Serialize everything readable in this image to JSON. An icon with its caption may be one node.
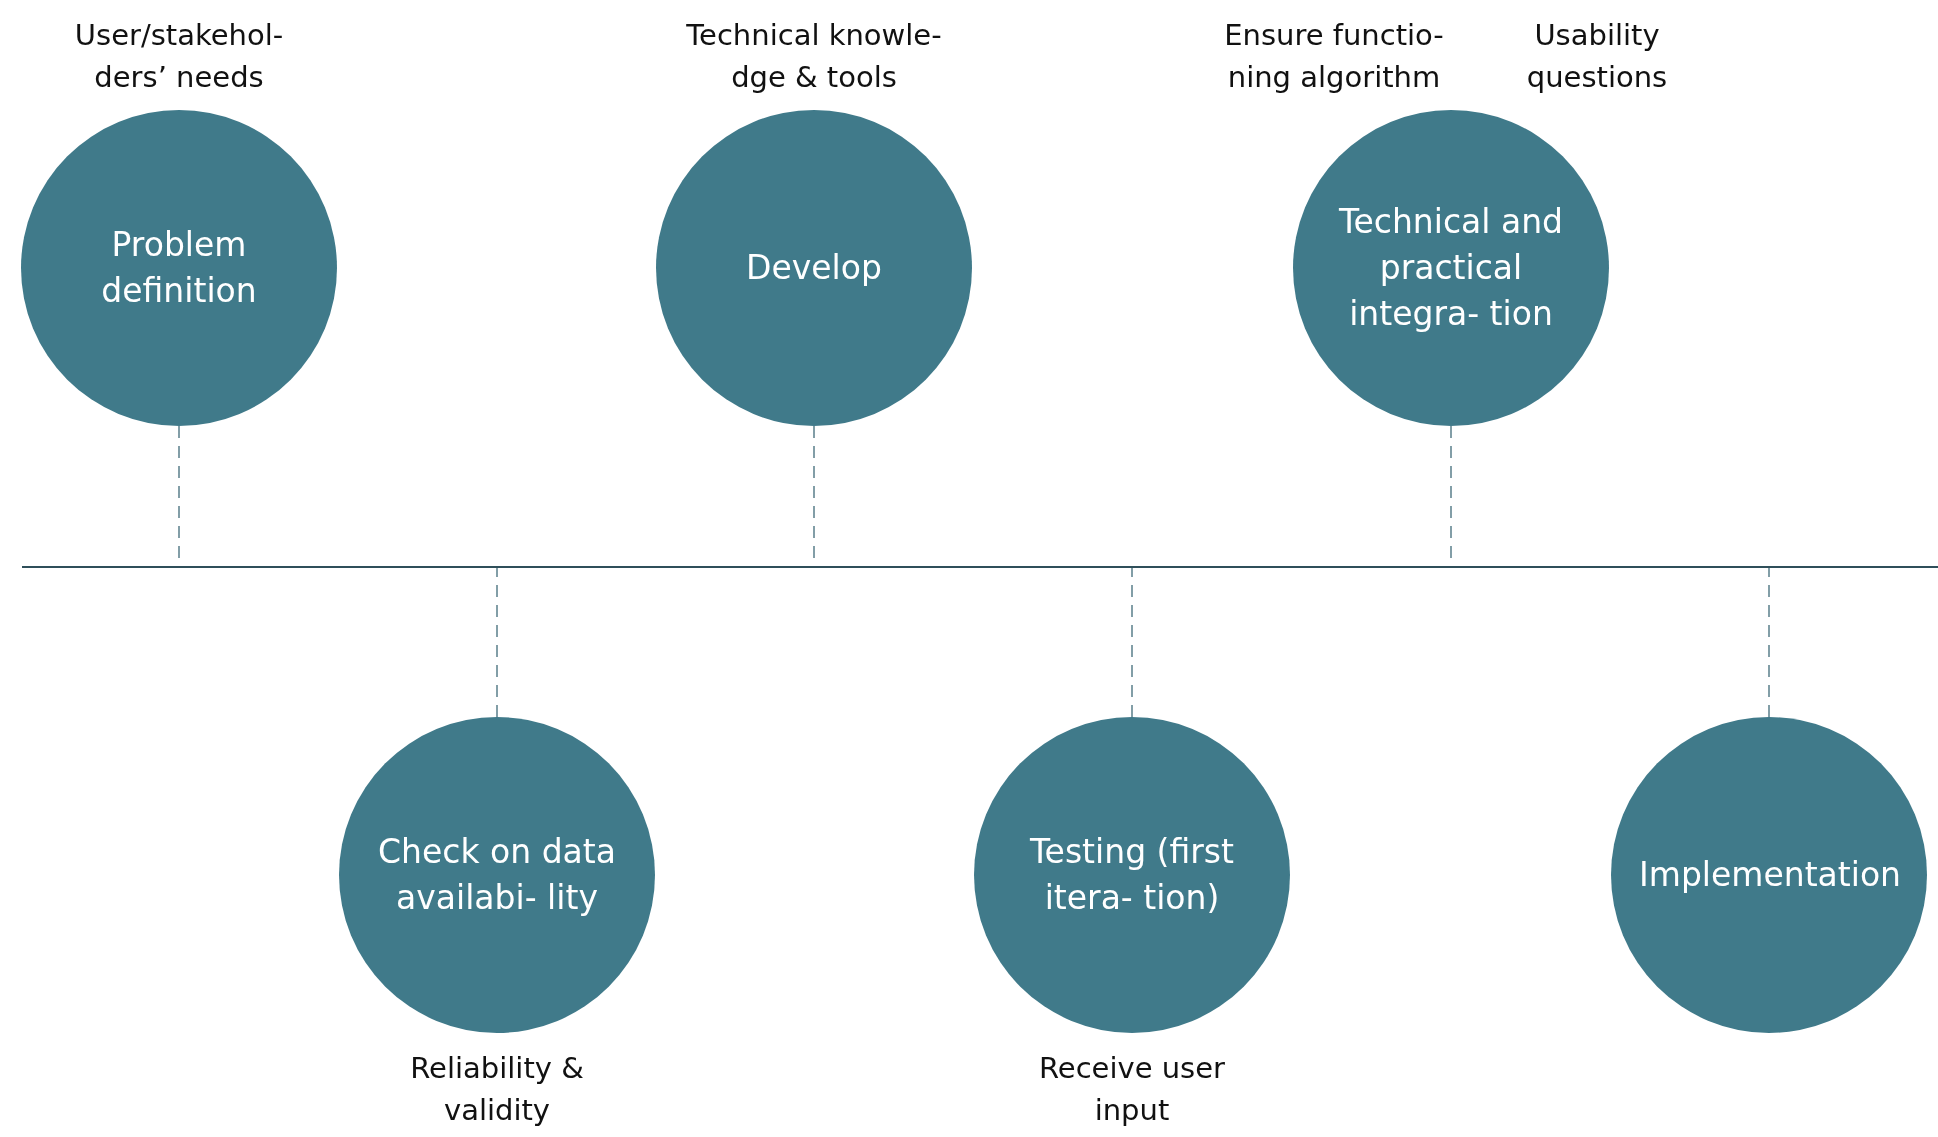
{
  "diagram": {
    "nodes": [
      {
        "text": [
          "Problem definition"
        ],
        "beside": [
          "User/stakehol- ders’ needs"
        ]
      },
      {
        "text": [
          "Check on data availabi- lity"
        ],
        "beside": [
          "Reliability & validity"
        ]
      },
      {
        "text": [
          "Develop"
        ],
        "beside": [
          "Technical knowle- dge & tools"
        ]
      },
      {
        "text": [
          "Testing (first itera- tion)"
        ],
        "beside": [
          "Receive user input"
        ]
      },
      {
        "text": [
          "Technical and practical integra- tion"
        ],
        "beside": [
          "Ensure functio- ning algorithm",
          "Usability questions"
        ]
      },
      {
        "text": [
          "Implementation"
        ]
      },
      {
        "text": [],
        "shape": "bar"
      }
    ],
    "edges": [
      {
        "from": 0,
        "to": 6,
        "arrow": "none",
        "style": "dashed"
      },
      {
        "from": 1,
        "to": 6,
        "arrow": "none",
        "style": "dashed"
      },
      {
        "from": 2,
        "to": 6,
        "arrow": "none",
        "style": "dashed"
      },
      {
        "from": 3,
        "to": 6,
        "arrow": "none",
        "style": "dashed"
      },
      {
        "from": 4,
        "to": 6,
        "arrow": "none",
        "style": "dashed"
      },
      {
        "from": 5,
        "to": 6,
        "arrow": "none",
        "style": "dashed"
      }
    ]
  }
}
